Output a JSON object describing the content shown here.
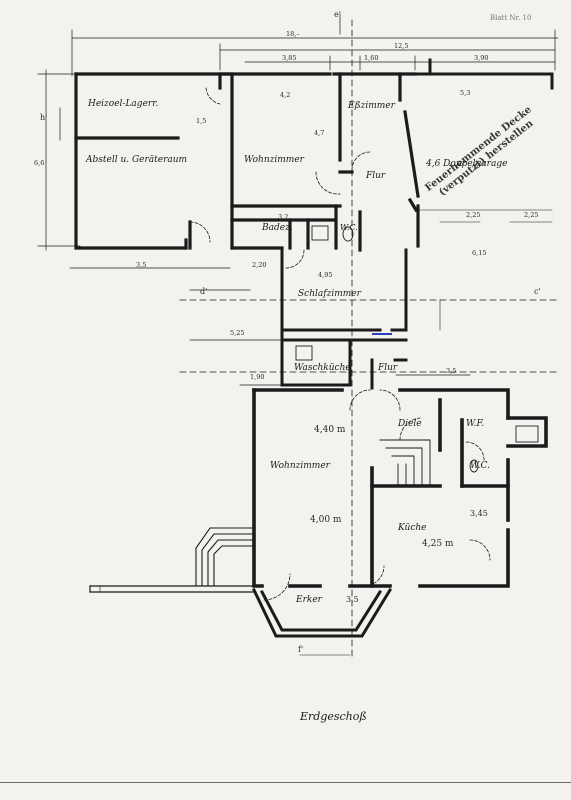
{
  "rooms": {
    "heizoel": "Heizoel-Lagerr.",
    "abstell": "Abstell u. Geräteraum",
    "wohnzimmer_top": "Wohnzimmer",
    "esszimmer": "Eßzimmer",
    "flur_top": "Flur",
    "garage": "4,6 Doppelgarage",
    "badez": "Badez.",
    "wc_top": "W.C.",
    "schlafzimmer": "Schlafzimmer",
    "waschkueche": "Waschküche",
    "flur_mid": "Flur",
    "diele": "Diele",
    "wf": "W.F.",
    "wc_bottom": "W.C.",
    "wohnzimmer_bottom": "Wohnzimmer",
    "kueche": "Küche",
    "erker": "Erker"
  },
  "dimensions": {
    "total_18": "18,–",
    "d_12_5": "12,5",
    "d_3_85": "3,85",
    "d_1_60": "1,60",
    "d_3_90": "3,90",
    "d_5_3": "5,3",
    "d_4_2": "4,2",
    "d_4_7": "4,7",
    "d_3_2": "3,2",
    "d_6_6": "6,6",
    "d_1_5": "1,5",
    "d_3_5_left": "3,5",
    "d_4_95": "4,95",
    "d_6_15": "6,15",
    "d_3_5_right": "3,5",
    "d_5_25": "5,25",
    "d_2_25a": "2,25",
    "d_2_25b": "2,25",
    "d_4_40": "4,40 m",
    "d_4_00": "4,00 m",
    "d_4_25": "4,25 m",
    "d_3_45": "3,45",
    "d_3_5_erker": "3,5",
    "d_2_20": "2,20",
    "d_1_90": "1,90"
  },
  "section_marks": {
    "e": "e'",
    "f": "f'",
    "c": "c'",
    "d": "d'",
    "h": "h'"
  },
  "stamps": {
    "feuer_line1": "Feuerhemmende Decke",
    "feuer_line2": "(verputzt) herstellen"
  },
  "caption": "Erdgeschoß",
  "corner_note": "Blatt Nr. 10"
}
